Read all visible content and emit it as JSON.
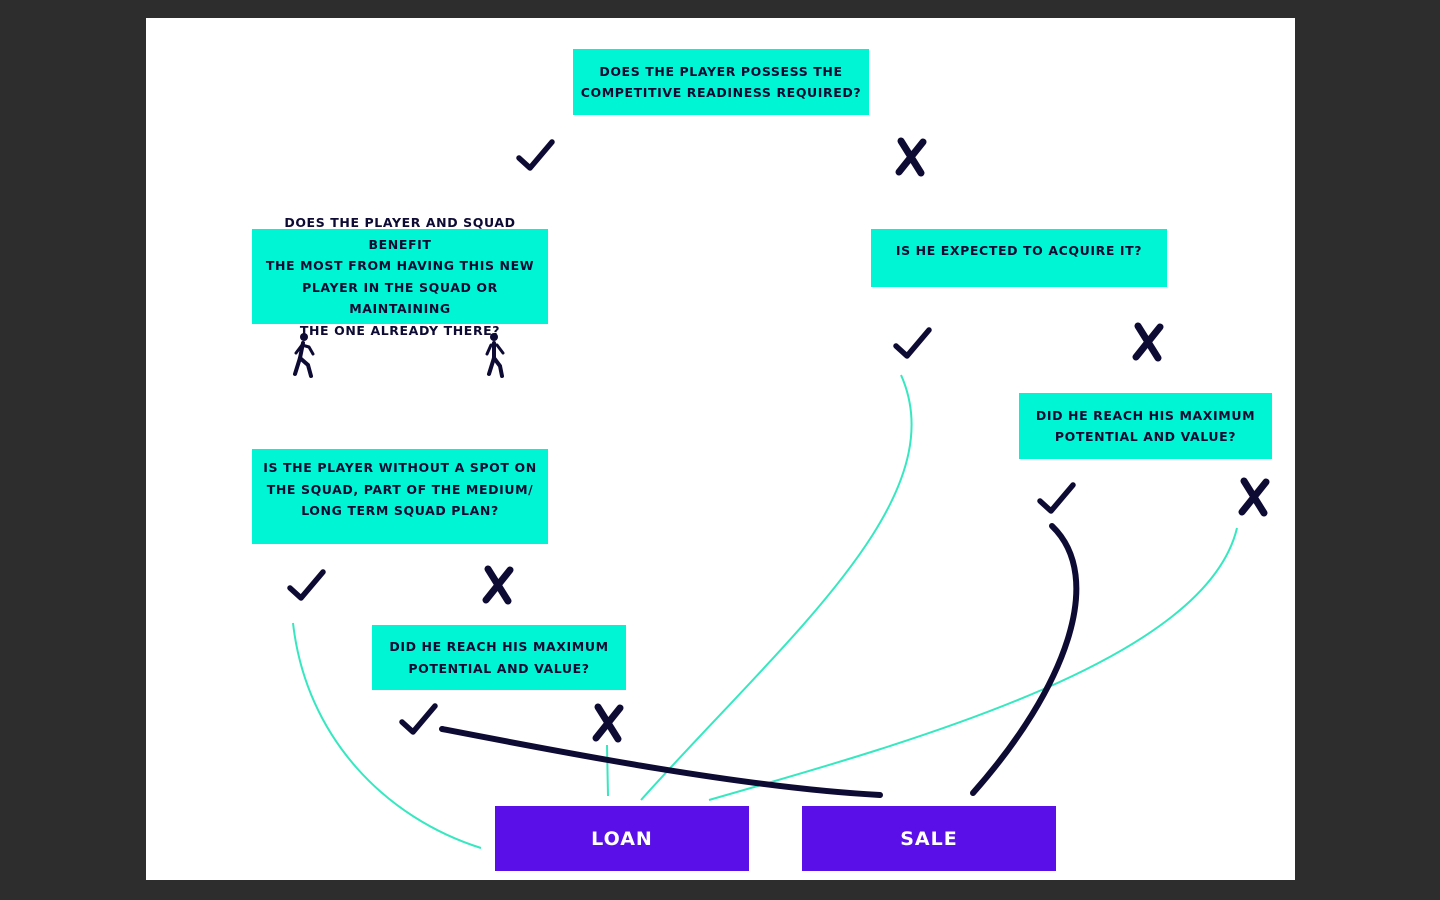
{
  "colors": {
    "question_box": "#00f5d4",
    "outcome_box": "#5a0fe8",
    "ink": "#0d0a33",
    "teal_link": "#36e8c0",
    "frame": "#2d2d2d"
  },
  "questions": {
    "q1": "DOES THE PLAYER POSSESS THE\nCOMPETITIVE READINESS REQUIRED?",
    "q2": "DOES THE PLAYER AND SQUAD BENEFIT\nTHE MOST  FROM HAVING THIS NEW\nPLAYER IN THE SQUAD OR MAINTAINING\nTHE ONE ALREADY THERE?",
    "q3": "IS HE EXPECTED TO ACQUIRE IT?",
    "q4": "DID HE REACH HIS MAXIMUM\nPOTENTIAL AND VALUE?",
    "q5": "IS THE PLAYER WITHOUT A SPOT ON\nTHE SQUAD, PART OF THE MEDIUM/\nLONG TERM SQUAD PLAN?",
    "q6": "DID HE REACH HIS MAXIMUM\nPOTENTIAL AND VALUE?"
  },
  "outcomes": {
    "loan": "LOAN",
    "sale": "SALE"
  },
  "icons": {
    "yes": "check-icon",
    "no": "cross-icon",
    "player": "walking-person-icon"
  }
}
